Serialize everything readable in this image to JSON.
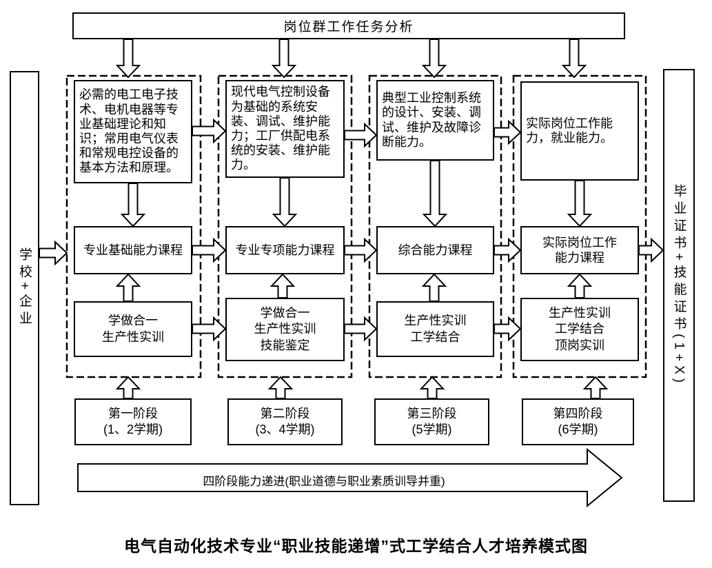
{
  "top_banner": "岗位群工作任务分析",
  "left_rail": "学校+企业",
  "right_rail": "毕业证书+技能证书(1+X)",
  "columns": [
    {
      "ability": "必需的电工电子技术、电机电器等专业基础理论和知识；常用电气仪表和常规电控设备的基本方法和原理。",
      "course": "专业基础能力课程",
      "training": "学做合一\n生产性实训",
      "stage": "第一阶段\n(1、2学期)"
    },
    {
      "ability": "现代电气控制设备为基础的系统安装、调试、维护能力；工厂供配电系统的安装、维护能力。",
      "course": "专业专项能力课程",
      "training": "学做合一\n生产性实训\n技能鉴定",
      "stage": "第二阶段\n(3、4学期)"
    },
    {
      "ability": "典型工业控制系统的设计、安装、调试、维护及故障诊断能力。",
      "course": "综合能力课程",
      "training": "生产性实训\n工学结合",
      "stage": "第三阶段\n(5学期)"
    },
    {
      "ability": "实际岗位工作能力，就业能力。",
      "course": "实际岗位工作\n能力课程",
      "training": "生产性实训\n工学结合\n顶岗实训",
      "stage": "第四阶段\n(6学期)"
    }
  ],
  "progress_arrow": "四阶段能力递进(职业道德与职业素质训导并重)",
  "caption": "电气自动化技术专业“职业技能递增”式工学结合人才培养模式图"
}
